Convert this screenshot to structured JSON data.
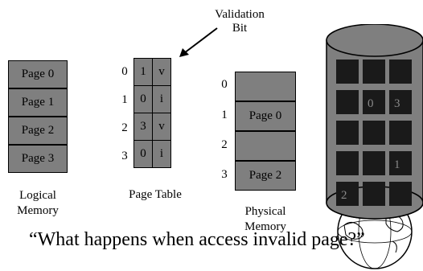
{
  "validation_bit_label": [
    "Validation",
    "Bit"
  ],
  "logical_memory": {
    "pages": [
      "Page 0",
      "Page 1",
      "Page 2",
      "Page 3"
    ],
    "caption": [
      "Logical",
      "Memory"
    ]
  },
  "page_table": {
    "rows": [
      {
        "index": "0",
        "frame": "1",
        "bit": "v"
      },
      {
        "index": "1",
        "frame": "0",
        "bit": "i"
      },
      {
        "index": "2",
        "frame": "3",
        "bit": "v"
      },
      {
        "index": "3",
        "frame": "0",
        "bit": "i"
      }
    ],
    "caption": "Page Table"
  },
  "physical_memory": {
    "frames": [
      {
        "index": "0",
        "label": ""
      },
      {
        "index": "1",
        "label": "Page 0"
      },
      {
        "index": "2",
        "label": ""
      },
      {
        "index": "3",
        "label": "Page 2"
      }
    ],
    "caption": [
      "Physical",
      "Memory"
    ]
  },
  "disk": {
    "block_labels": [
      "",
      "",
      "",
      "",
      "0",
      "3",
      "",
      "",
      "",
      "",
      "",
      "1",
      "2",
      "",
      ""
    ]
  },
  "question": "“What happens when access invalid page?”"
}
